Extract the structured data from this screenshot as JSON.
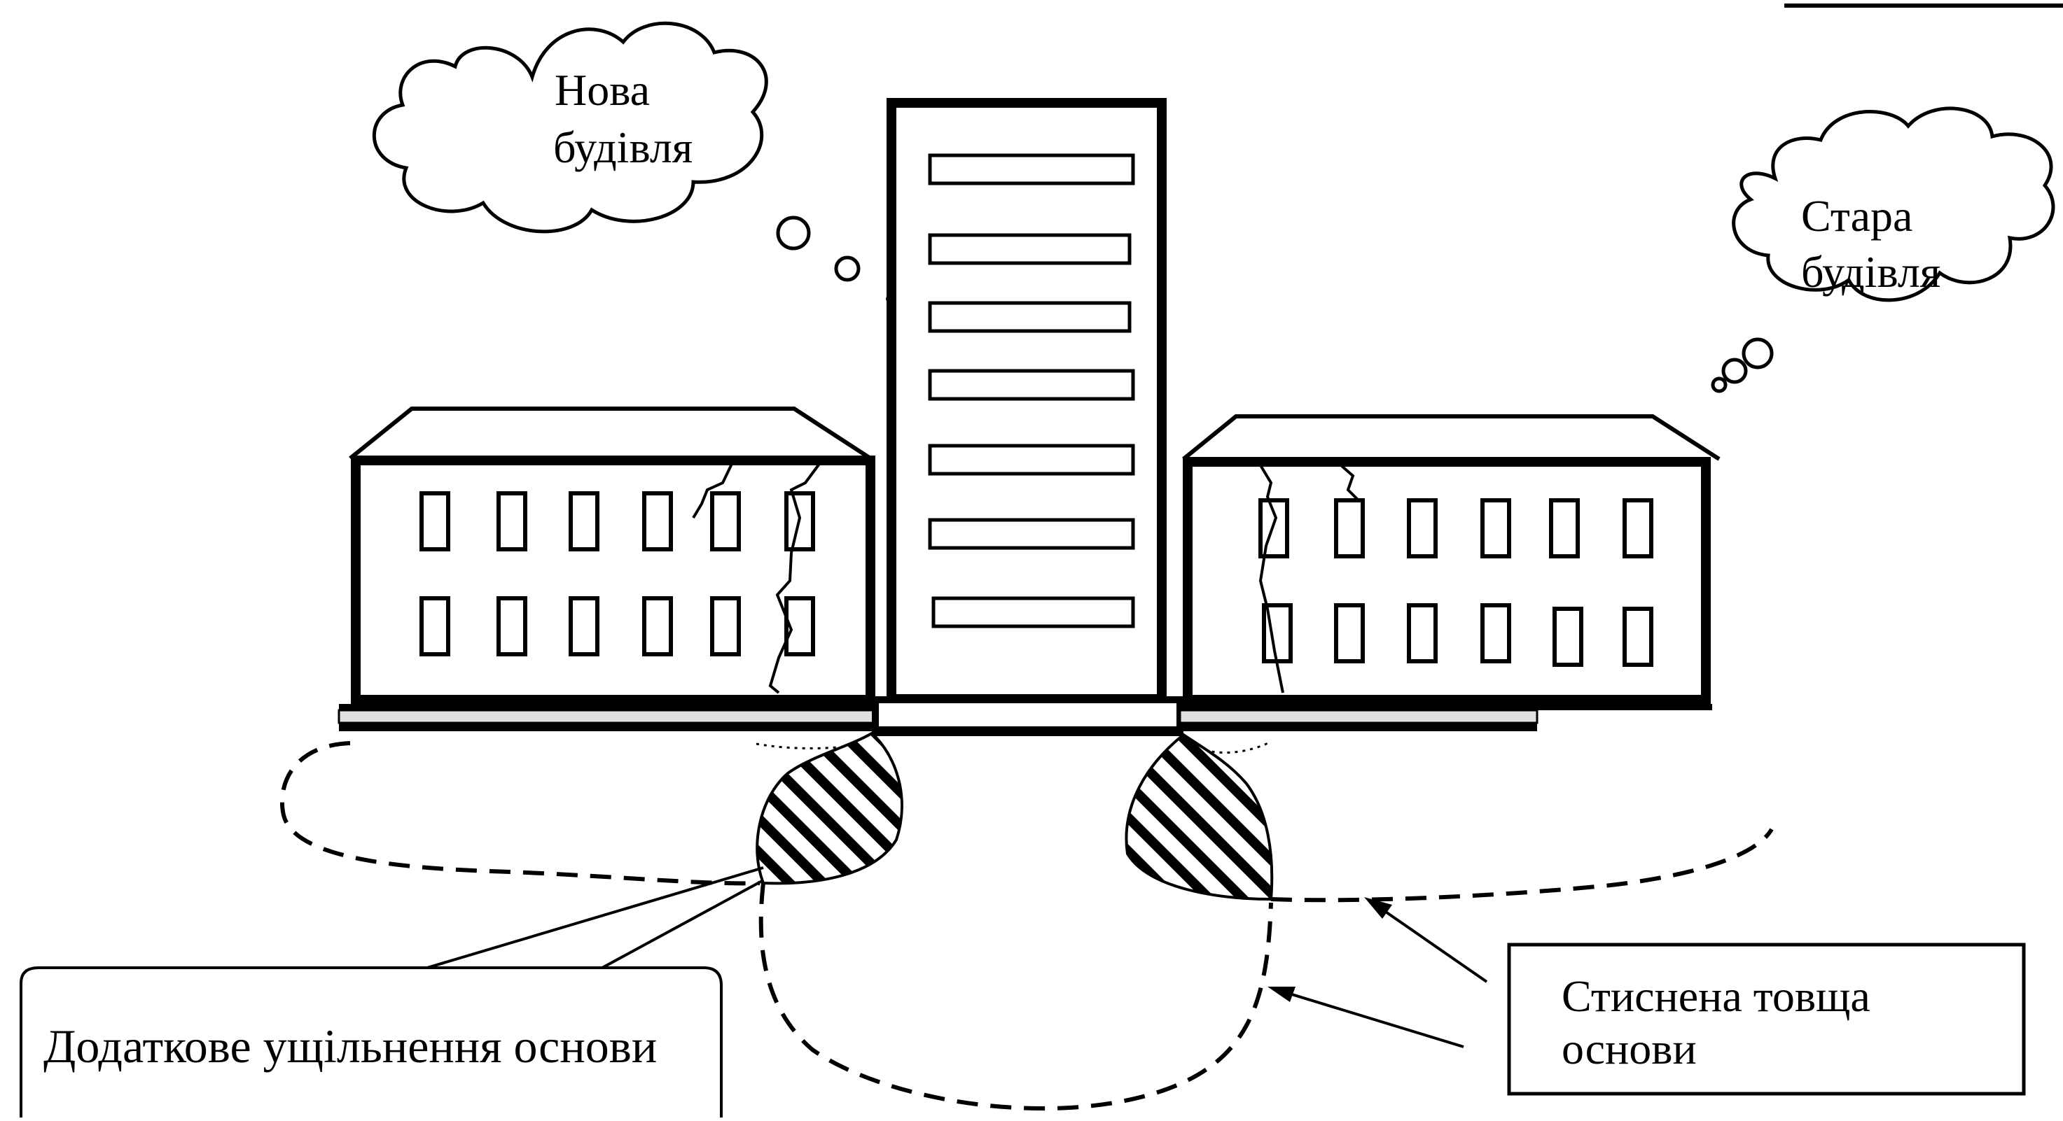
{
  "labels": {
    "new_building_line1": "Нова",
    "new_building_line2": "будівля",
    "old_building_line1": "Стара",
    "old_building_line2": "будівля",
    "additional_compaction": "Додаткове ущільнення основи",
    "compressed_layer_line1": "Стиснена товща",
    "compressed_layer_line2": "основи"
  }
}
